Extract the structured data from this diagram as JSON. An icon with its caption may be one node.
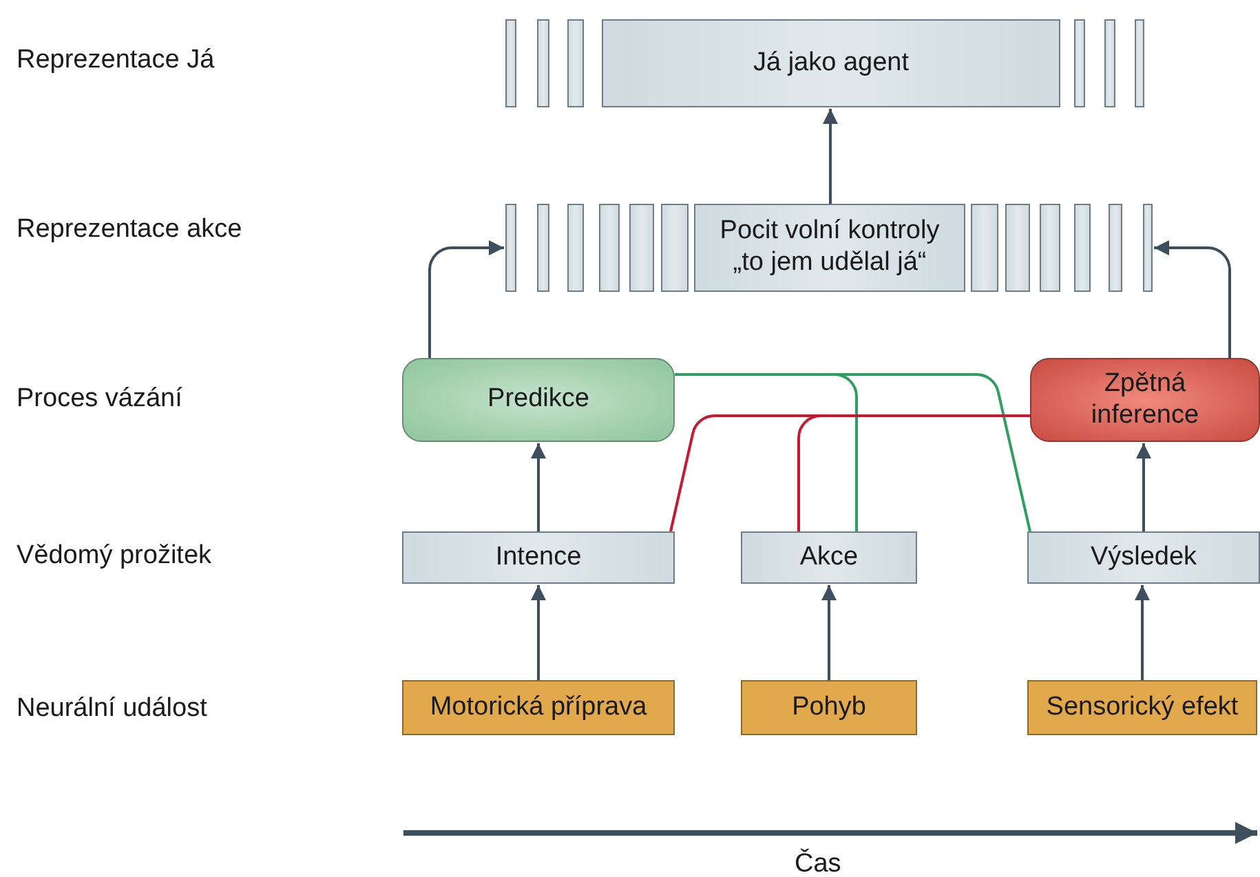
{
  "diagram": {
    "nodes": [
      {
        "text": [],
        "shape": "bar"
      },
      {
        "text": [],
        "shape": "bar"
      },
      {
        "text": [],
        "shape": "bar"
      },
      {
        "text": [
          "Já jako agent"
        ]
      },
      {
        "text": [],
        "shape": "bar"
      },
      {
        "text": [],
        "shape": "bar"
      },
      {
        "text": [],
        "shape": "bar"
      },
      {
        "text": [],
        "shape": "bar"
      },
      {
        "text": [],
        "shape": "bar"
      },
      {
        "text": [],
        "shape": "bar"
      },
      {
        "text": [],
        "shape": "bar"
      },
      {
        "text": [],
        "shape": "bar"
      },
      {
        "text": [],
        "shape": "bar"
      },
      {
        "text": [
          "Pocit volní kontroly „to jem udělal já“"
        ]
      },
      {
        "text": [],
        "shape": "bar"
      },
      {
        "text": [],
        "shape": "bar"
      },
      {
        "text": [],
        "shape": "bar"
      },
      {
        "text": [],
        "shape": "bar"
      },
      {
        "text": [],
        "shape": "bar"
      },
      {
        "text": [],
        "shape": "bar"
      },
      {
        "text": [
          "Predikce"
        ]
      },
      {
        "text": [
          "Zpětná inference"
        ]
      },
      {
        "text": [
          "Intence"
        ]
      },
      {
        "text": [
          "Akce"
        ]
      },
      {
        "text": [
          "Výsledek"
        ]
      },
      {
        "text": [
          "Motorická příprava"
        ]
      },
      {
        "text": [
          "Pohyb"
        ]
      },
      {
        "text": [
          "Sensorický efekt"
        ]
      }
    ],
    "edges": [
      {
        "from": 13,
        "to": 3,
        "arrow": "to"
      },
      {
        "from": 20,
        "to": 7,
        "arrow": "to"
      },
      {
        "from": 21,
        "to": 19,
        "arrow": "to"
      },
      {
        "from": 22,
        "to": 20,
        "arrow": "to"
      },
      {
        "from": 24,
        "to": 21,
        "arrow": "to"
      },
      {
        "from": 25,
        "to": 22,
        "arrow": "to"
      },
      {
        "from": 26,
        "to": 23,
        "arrow": "to"
      },
      {
        "from": 27,
        "to": 24,
        "arrow": "to"
      },
      {
        "from": 20,
        "to": 23,
        "arrow": "none",
        "color": "#2e9e62"
      },
      {
        "from": 20,
        "to": 24,
        "arrow": "none",
        "color": "#2e9e62"
      },
      {
        "from": 22,
        "to": 21,
        "arrow": "none",
        "color": "#c41a32"
      },
      {
        "from": 23,
        "to": 21,
        "arrow": "none",
        "color": "#c41a32"
      }
    ],
    "labels": [
      "Reprezentace Já",
      "Reprezentace akce",
      "Proces vázání",
      "Vědomý prožitek",
      "Neurální událost",
      "Čas"
    ]
  }
}
